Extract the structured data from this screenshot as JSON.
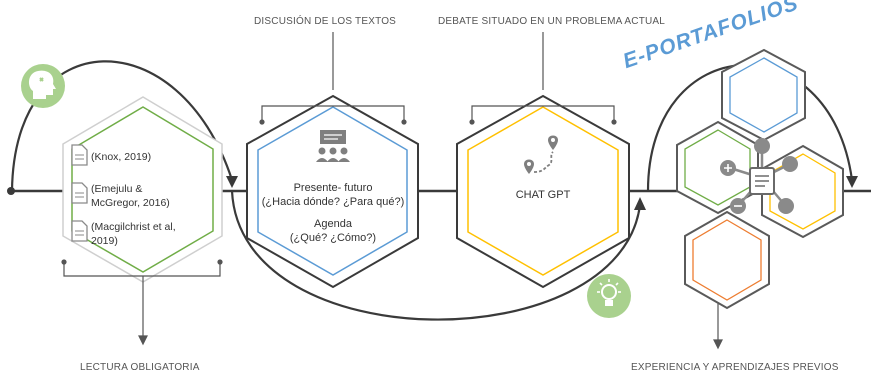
{
  "labels": {
    "discussion": "DISCUSIÓN DE LOS TEXTOS",
    "debate": "DEBATE SITUADO EN UN PROBLEMA ACTUAL",
    "reading": "LECTURA OBLIGATORIA",
    "experience": "EXPERIENCIA Y APRENDIZAJES PREVIOS",
    "eportfolios": "E-PORTAFOLIOS"
  },
  "references": [
    "(Knox, 2019)",
    "(Emejulu &",
    "McGregor, 2016)",
    "(Macgilchrist et al,",
    "2019)"
  ],
  "middle": {
    "line1": "Presente- futuro",
    "line2": "(¿Hacia dónde? ¿Para qué?)",
    "line3": "Agenda",
    "line4": "(¿Qué? ¿Cómo?)"
  },
  "chat": "CHAT GPT",
  "colors": {
    "green": "#70ad47",
    "blue": "#5b9bd5",
    "yellow": "#ffc000",
    "orange": "#ed7d31",
    "dark": "#3a3a3a",
    "gray": "#7f7f7f"
  },
  "icons": [
    "head-icon",
    "presentation-icon",
    "route-icon",
    "lightbulb-icon",
    "document-icon",
    "connect-icon"
  ]
}
